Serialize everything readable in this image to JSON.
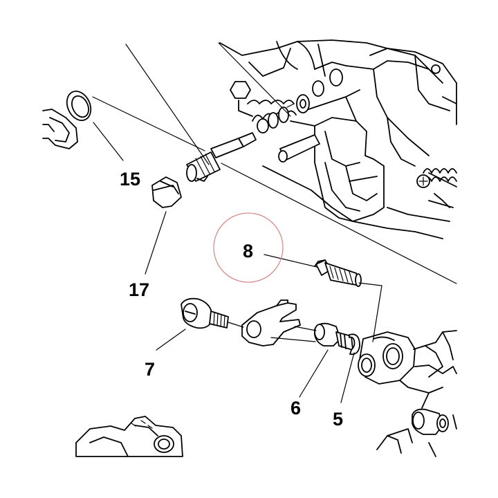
{
  "callouts": {
    "c15": "15",
    "c17": "17",
    "c8": "8",
    "c7": "7",
    "c6": "6",
    "c5": "5"
  },
  "colors": {
    "line": "#000000",
    "background": "#ffffff",
    "highlight_circle": "#d98a8a"
  }
}
